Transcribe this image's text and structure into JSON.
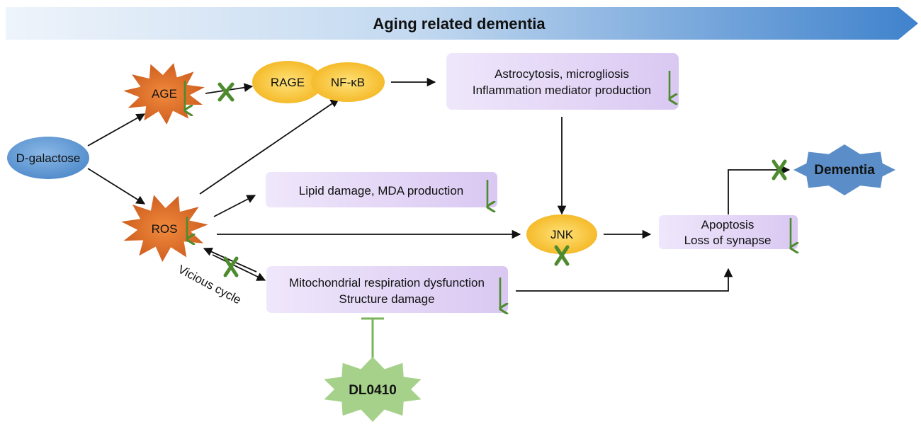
{
  "title": "Aging related dementia",
  "nodes": {
    "d_galactose": "D-galactose",
    "age": "AGE",
    "ros": "ROS",
    "rage": "RAGE",
    "nfkb": "NF-κB",
    "astrocytosis": [
      "Astrocytosis, microgliosis",
      "Inflammation mediator production"
    ],
    "lipid": "Lipid damage, MDA production",
    "mito": [
      "Mitochondrial respiration dysfunction",
      "Structure damage"
    ],
    "jnk": "JNK",
    "apoptosis": [
      "Apoptosis",
      "Loss of synapse"
    ],
    "dementia": "Dementia",
    "dl0410": "DL0410",
    "vicious_cycle": "Vicious cycle"
  },
  "colors": {
    "banner_start": "#e6f0fa",
    "banner_end": "#4a88d0",
    "ellipse_blue": "#5b9bd5",
    "starburst_orange": "#d9702a",
    "ellipse_yellow": "#f6c02a",
    "box_purple": "#e0d2f5",
    "dementia_blue": "#5b8ec8",
    "dl0410_green": "#a6d18a",
    "down_arrow_green": "#4e8b2e",
    "inhibit_x_green": "#4e8b2e"
  }
}
